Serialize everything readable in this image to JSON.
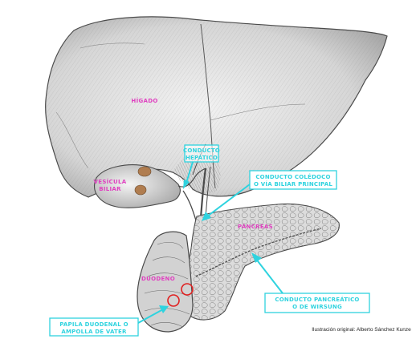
{
  "colors": {
    "label_magenta": "#e040c0",
    "callout_cyan": "#2fd3df",
    "callout_text": "#2a7d96",
    "papilla_red": "#e02020",
    "gland_brown": "#b07d50",
    "pencil": "#555555"
  },
  "labels": {
    "liver": "HÍGADO",
    "gallbladder_line1": "VESÍCULA",
    "gallbladder_line2": "BILIAR",
    "pancreas": "PÁNCREAS",
    "duodenum": "DUODENO"
  },
  "callouts": {
    "hepatic_duct_line1": "CONDUCTO",
    "hepatic_duct_line2": "HEPÁTICO",
    "choledochal_line1": "CONDUCTO COLÉDOCO",
    "choledochal_line2": "O VÍA BILIAR PRINCIPAL",
    "pancreatic_duct_line1": "CONDUCTO PANCREÁTICO",
    "pancreatic_duct_line2": "O DE WIRSUNG",
    "papilla_line1": "PAPILA DUODENAL O",
    "papilla_line2": "AMPOLLA DE VATER"
  },
  "credit": "Ilustración original: Alberto Sánchez Kunze"
}
